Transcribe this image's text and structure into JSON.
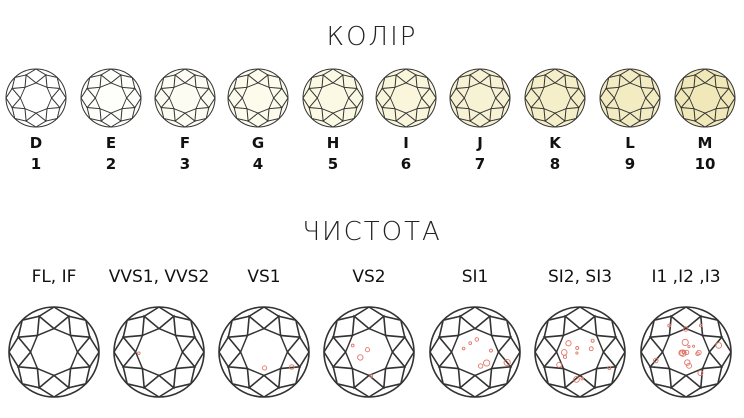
{
  "color_section": {
    "title": "КОЛІР",
    "grades": [
      {
        "letter": "D",
        "number": "1",
        "tint": "#ffffff"
      },
      {
        "letter": "E",
        "number": "2",
        "tint": "#fefefb"
      },
      {
        "letter": "F",
        "number": "3",
        "tint": "#fdfcf2"
      },
      {
        "letter": "G",
        "number": "4",
        "tint": "#fcfbec"
      },
      {
        "letter": "H",
        "number": "5",
        "tint": "#fbf9e4"
      },
      {
        "letter": "I",
        "number": "6",
        "tint": "#f9f6dc"
      },
      {
        "letter": "J",
        "number": "7",
        "tint": "#f7f2d3"
      },
      {
        "letter": "K",
        "number": "8",
        "tint": "#f5efc9"
      },
      {
        "letter": "L",
        "number": "9",
        "tint": "#f3ecc2"
      },
      {
        "letter": "M",
        "number": "10",
        "tint": "#f0e8b8"
      }
    ]
  },
  "clarity_section": {
    "title": "ЧИСТОТА",
    "grades": [
      {
        "label": "FL, IF",
        "inclusions": 0
      },
      {
        "label": "VVS1, VVS2",
        "inclusions": 1
      },
      {
        "label": "VS1",
        "inclusions": 2
      },
      {
        "label": "VS2",
        "inclusions": 4
      },
      {
        "label": "SI1",
        "inclusions": 7
      },
      {
        "label": "SI2, SI3",
        "inclusions": 11
      },
      {
        "label": "I1 ,I2 ,I3",
        "inclusions": 18
      }
    ],
    "inclusion_color": "#e0786a"
  }
}
